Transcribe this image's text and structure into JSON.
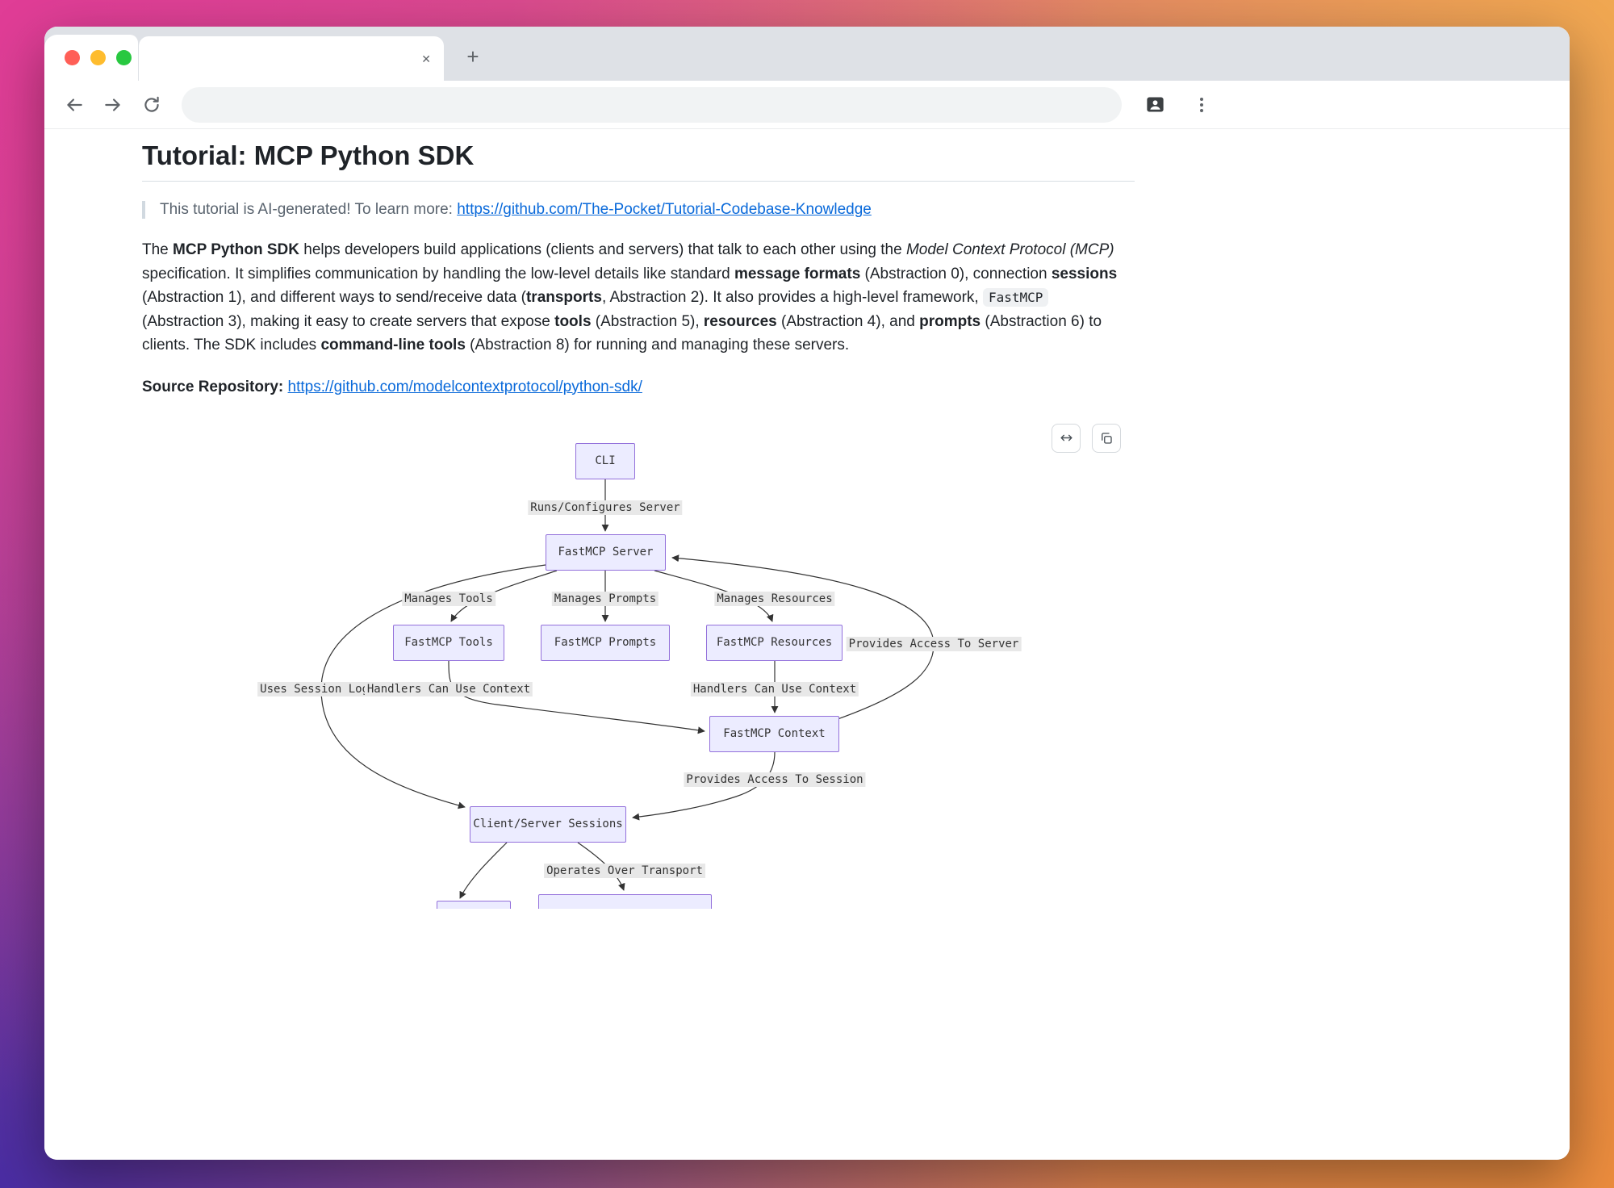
{
  "browser": {
    "tab": {
      "title": "",
      "close_glyph": "✕"
    },
    "new_tab_button": "+",
    "address_value": ""
  },
  "page": {
    "title": "Tutorial: MCP Python SDK",
    "note": {
      "text": "This tutorial is AI-generated! To learn more: ",
      "link_text": "https://github.com/The-Pocket/Tutorial-Codebase-Knowledge"
    },
    "intro_segments": [
      {
        "t": "The ",
        "s": ""
      },
      {
        "t": "MCP Python SDK",
        "s": "b"
      },
      {
        "t": " helps developers build applications (clients and servers) that talk to each other using the ",
        "s": ""
      },
      {
        "t": "Model Context Protocol (MCP)",
        "s": "i"
      },
      {
        "t": " specification. It simplifies communication by handling the low-level details like standard ",
        "s": ""
      },
      {
        "t": "message formats",
        "s": "b"
      },
      {
        "t": " (Abstraction 0), connection ",
        "s": ""
      },
      {
        "t": "sessions",
        "s": "b"
      },
      {
        "t": " (Abstraction 1), and different ways to send/receive data (",
        "s": ""
      },
      {
        "t": "transports",
        "s": "b"
      },
      {
        "t": ", Abstraction 2). It also provides a high-level framework, ",
        "s": ""
      },
      {
        "t": "FastMCP",
        "s": "c"
      },
      {
        "t": " (Abstraction 3), making it easy to create servers that expose ",
        "s": ""
      },
      {
        "t": "tools",
        "s": "b"
      },
      {
        "t": " (Abstraction 5), ",
        "s": ""
      },
      {
        "t": "resources",
        "s": "b"
      },
      {
        "t": " (Abstraction 4), and ",
        "s": ""
      },
      {
        "t": "prompts",
        "s": "b"
      },
      {
        "t": " (Abstraction 6) to clients. The SDK includes ",
        "s": ""
      },
      {
        "t": "command-line tools",
        "s": "b"
      },
      {
        "t": " (Abstraction 8) for running and managing these servers.",
        "s": ""
      }
    ],
    "source": {
      "label": "Source Repository:",
      "link_text": "https://github.com/modelcontextprotocol/python-sdk/"
    }
  },
  "diagram": {
    "nodes": [
      {
        "label": "CLI"
      },
      {
        "label": "FastMCP Server"
      },
      {
        "label": "FastMCP Tools"
      },
      {
        "label": "FastMCP Prompts"
      },
      {
        "label": "FastMCP Resources"
      },
      {
        "label": "FastMCP Context"
      },
      {
        "label": "Client/Server Sessions"
      }
    ],
    "edge_labels": [
      "Runs/Configures Server",
      "Manages Tools",
      "Manages Prompts",
      "Manages Resources",
      "Provides Access To Server",
      "Uses Session Logic",
      "Handlers Can Use Context",
      "Handlers Can Use Context",
      "Provides Access To Session",
      "Operates Over Transport"
    ],
    "colors": {
      "node_fill": "#ECECFF",
      "node_border": "#9370DB",
      "edge": "#333333",
      "label_bg": "#e8e8e8"
    }
  },
  "colors": {
    "link": "#0969da",
    "text": "#1f2328",
    "muted": "#59636e",
    "chrome_strip": "#dee1e6",
    "address_bar": "#f1f3f4"
  }
}
